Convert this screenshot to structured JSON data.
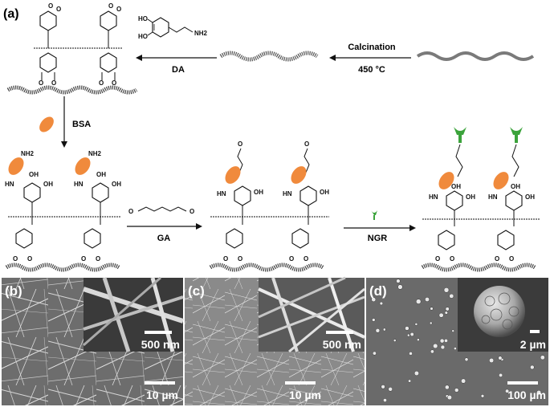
{
  "panels": {
    "a": {
      "label": "(a)"
    },
    "b": {
      "label": "(b)",
      "inset_scale": "500 nm",
      "main_scale": "10 µm"
    },
    "c": {
      "label": "(c)",
      "inset_scale": "500 nm",
      "main_scale": "10 µm"
    },
    "d": {
      "label": "(d)",
      "inset_scale": "2 µm",
      "main_scale": "100 µm"
    }
  },
  "steps": {
    "calcination": "Calcination",
    "temperature": "450 °C",
    "da": "DA",
    "bsa": "BSA",
    "ga": "GA",
    "ngr": "NGR"
  },
  "chem_labels": {
    "nh2": "NH2",
    "nh2_sub": "2",
    "ho": "HO",
    "oh": "OH",
    "hn": "HN",
    "o": "O",
    "n": "N"
  },
  "colors": {
    "protein": "#F08A3C",
    "ligand": "#3BA33B",
    "fiber_gray": "#808080",
    "fiber_dark": "#555555"
  }
}
